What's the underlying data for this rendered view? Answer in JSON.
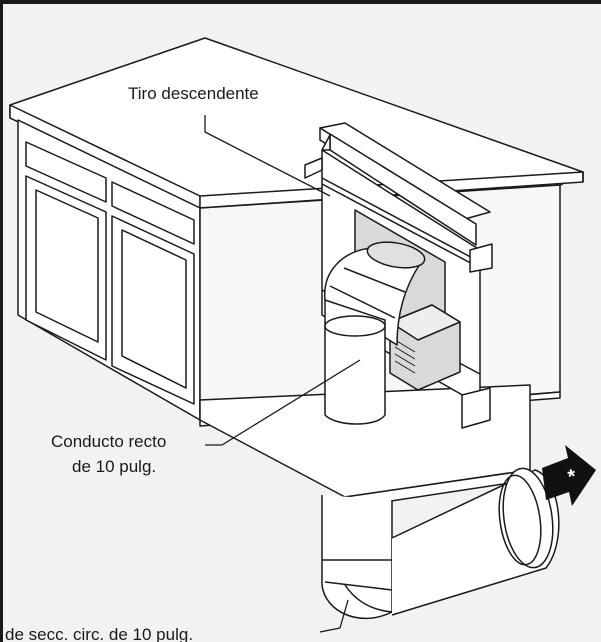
{
  "labels": {
    "downdraft": "Tiro descendente",
    "straight_duct_line1": "Conducto recto",
    "straight_duct_line2": "de 10 pulg.",
    "elbow": "de secc. circ. de 10 pulg."
  },
  "callout_symbol": "*",
  "colors": {
    "background": "#f2f2f2",
    "surface": "#ffffff",
    "line": "#1a1a1a",
    "panel": "#d9d9d9",
    "arrow": "#111111"
  }
}
